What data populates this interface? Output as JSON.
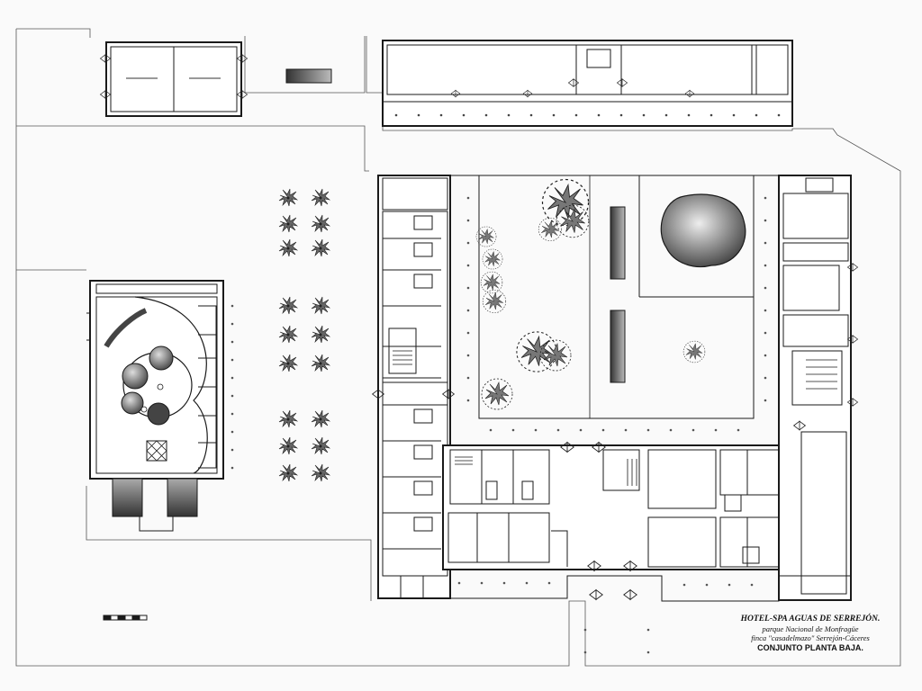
{
  "title_block": {
    "project": "HOTEL-SPA AGUAS DE SERREJÓN.",
    "park": "parque Nacional de Monfragüe",
    "estate": "finca  \"casadelmazo\" Serrejón-Cáceres",
    "drawing": "CONJUNTO PLANTA BAJA."
  },
  "colors": {
    "paper": "#fafafa",
    "line": "#1a1a1a",
    "fill_dark": "#555555",
    "fill_mid": "#888888"
  }
}
